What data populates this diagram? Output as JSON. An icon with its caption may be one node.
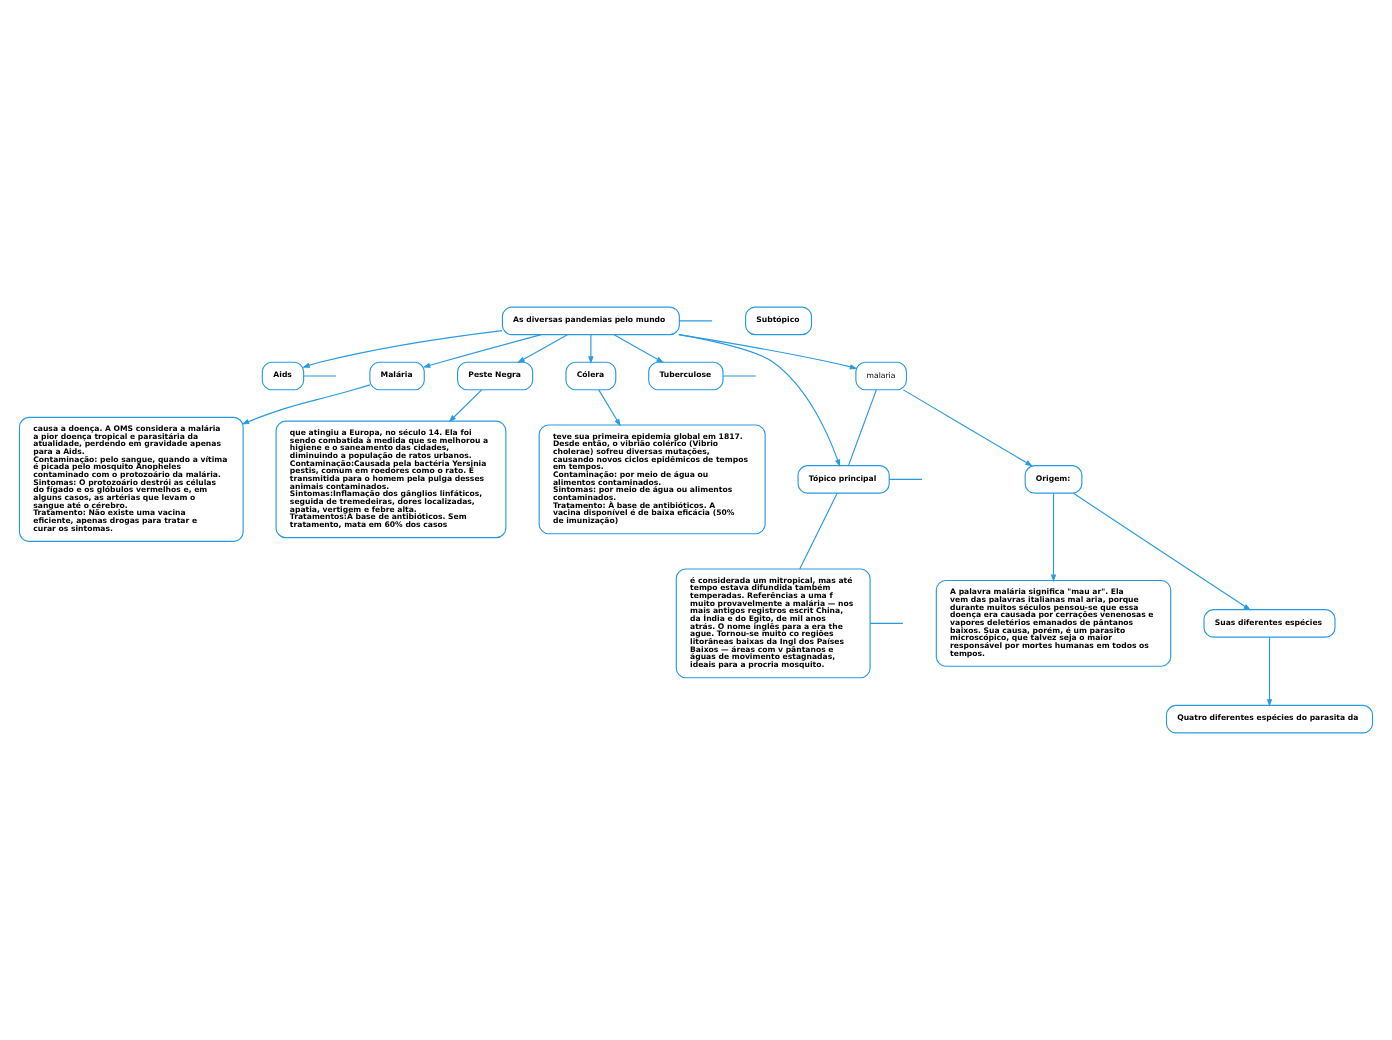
{
  "diagram": {
    "nodes": [
      {
        "text": [
          "As diversas pandemias pelo mundo"
        ]
      },
      {
        "text": [
          "Aids"
        ]
      },
      {
        "text": [
          "Malária"
        ]
      },
      {
        "text": [
          "Peste Negra"
        ]
      },
      {
        "text": [
          "Cólera"
        ]
      },
      {
        "text": [
          "Tuberculose"
        ]
      },
      {
        "text": [
          "causa a doença. A OMS considera a malária a pior doença tropical e parasitária da atualidade, perdendo em gravidade apenas para a Aids.",
          "Contaminação: pelo sangue, quando a vítima é picada pelo mosquito Anopheles contaminado com o protozoário da malária.",
          "Sintomas: O protozoário destrói as células do fígado e os glóbulos vermelhos e, em alguns casos, as artérias que levam o sangue até o cérebro.",
          "Tratamento: Não existe uma vacina eficiente, apenas drogas para tratar e curar os sintomas."
        ]
      },
      {
        "text": [
          "que atingiu a Europa, no século 14. Ela foi sendo combatida à medida que se melhorou a higiene e o saneamento das cidades, diminuindo a população de ratos urbanos.",
          "Contaminação:Causada pela bactéria Yersinia pestis, comum em roedores como o rato. É transmitida para o homem pela pulga desses animais contaminados.",
          "Sintomas:Inflamação dos gânglios linfáticos, seguida de tremedeiras, dores localizadas, apatia, vertigem e febre alta.",
          "Tratamentos:À base de antibióticos. Sem tratamento, mata em 60% dos casos"
        ]
      },
      {
        "text": [
          "teve sua primeira epidemia global em 1817. Desde então, o vibrião colérico (Vibrio cholerae) sofreu diversas mutações, causando novos ciclos epidêmicos de tempos em tempos.",
          "Contaminação: por meio de água ou alimentos contaminados.",
          "Sintomas: por meio de água ou alimentos contaminados.",
          "Tratamento: À base de antibióticos. A vacina disponível é de baixa eficácia (50% de imunização)"
        ]
      },
      {
        "text": [
          "malaria"
        ]
      },
      {
        "text": [
          "Tópico principal"
        ]
      },
      {
        "text": [
          "Origem:"
        ]
      },
      {
        "text": [
          "A palavra malária significa \"mau ar\". Ela vem das palavras italianas mal aria, porque durante muitos séculos pensou-se que essa doença era causada por cerrações venenosas e vapores deletérios emanados de pântanos baixos. Sua causa, porém, é um parasito microscópico, que talvez seja o maior responsável por mortes humanas em todos os tempos."
        ]
      },
      {
        "text": [
          "Suas diferentes espécies"
        ]
      },
      {
        "text": [
          "Quatro diferentes espécies do parasita da"
        ]
      },
      {
        "text": [
          "Subtópico"
        ]
      },
      {
        "text": [
          "é considerada um mitropical, mas até tempo estava difundida também temperadas. Referências a uma f muito provavelmente a malária — nos mais antigos registros escrit China, da Índia e do Egito, de mil anos atrás. O nome inglês para a era the ague. Tornou-se muito co regiões litorâneas baixas da Ingl dos Países Baixos — áreas com v pântanos e águas de movimento estagnadas, ideais para a procria mosquito."
        ]
      }
    ],
    "edges": [
      {
        "from": 0,
        "to": 1,
        "arrow": "to"
      },
      {
        "from": 0,
        "to": 2,
        "arrow": "to"
      },
      {
        "from": 0,
        "to": 3,
        "arrow": "to"
      },
      {
        "from": 0,
        "to": 4,
        "arrow": "to"
      },
      {
        "from": 0,
        "to": 5,
        "arrow": "to"
      },
      {
        "from": 1,
        "to": null,
        "arrow": "none"
      },
      {
        "from": 2,
        "to": 6,
        "arrow": "to"
      },
      {
        "from": 3,
        "to": 7,
        "arrow": "to"
      },
      {
        "from": 4,
        "to": 8,
        "arrow": "to"
      },
      {
        "from": 5,
        "to": null,
        "arrow": "none"
      },
      {
        "from": 0,
        "to": null,
        "arrow": "none"
      },
      {
        "from": 0,
        "to": 9,
        "arrow": "to"
      },
      {
        "from": 0,
        "to": 10,
        "arrow": "to"
      },
      {
        "from": 9,
        "to": 10,
        "arrow": "none"
      },
      {
        "from": 10,
        "to": null,
        "arrow": "none"
      },
      {
        "from": 10,
        "to": 16,
        "arrow": "none"
      },
      {
        "from": 16,
        "to": null,
        "arrow": "none"
      },
      {
        "from": 9,
        "to": 11,
        "arrow": "to"
      },
      {
        "from": 11,
        "to": 12,
        "arrow": "to"
      },
      {
        "from": 11,
        "to": 13,
        "arrow": "to"
      },
      {
        "from": 13,
        "to": 14,
        "arrow": "to"
      }
    ]
  }
}
